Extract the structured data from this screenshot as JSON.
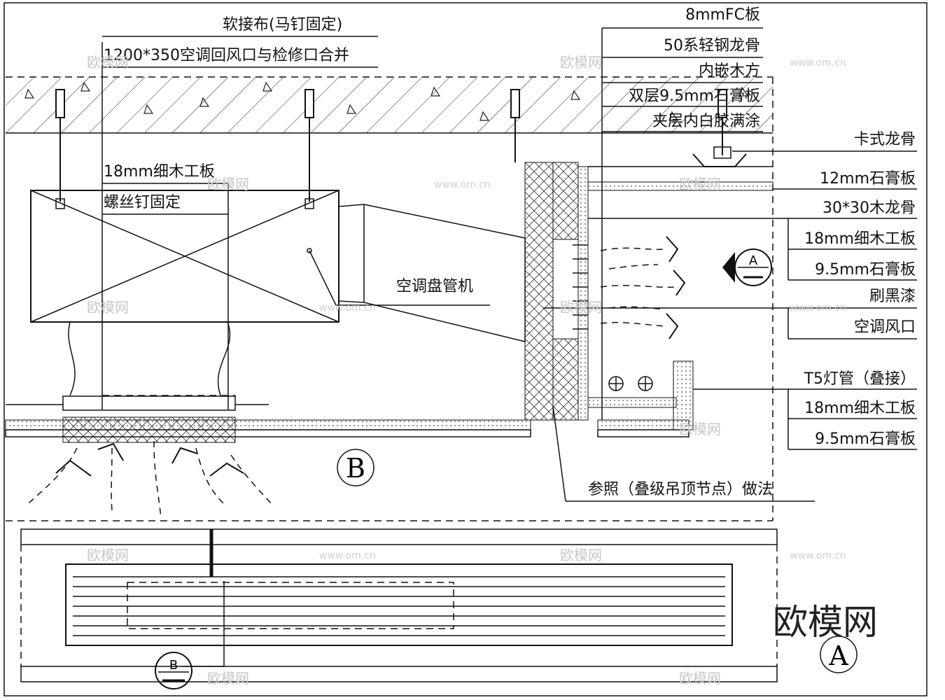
{
  "left_labels": [
    "软接布(马钉固定)",
    "1200*350空调回风口与检修口合并",
    "18mm细木工板",
    "螺丝钉固定",
    "空调盘管机"
  ],
  "top_right_labels": [
    "8mmFC板",
    "50系轻钢龙骨",
    "内嵌木方",
    "双层9.5mm石膏板",
    "夹层内白胶满涂"
  ],
  "right_labels": [
    "卡式龙骨",
    "12mm石膏板",
    "30*30木龙骨",
    "18mm细木工板",
    "9.5mm石膏板",
    "刷黑漆",
    "空调风口",
    "T5灯管（叠接）",
    "18mm细木工板",
    "9.5mm石膏板"
  ],
  "reference_note": "参照（叠级吊顶节点）做法",
  "section_markers": {
    "b_large": "B",
    "a_large": "A",
    "a_small": "A",
    "b_small": "B"
  },
  "watermarks": {
    "logo": "欧模网",
    "url": "www.om.cn",
    "big_logo": "欧模网"
  }
}
